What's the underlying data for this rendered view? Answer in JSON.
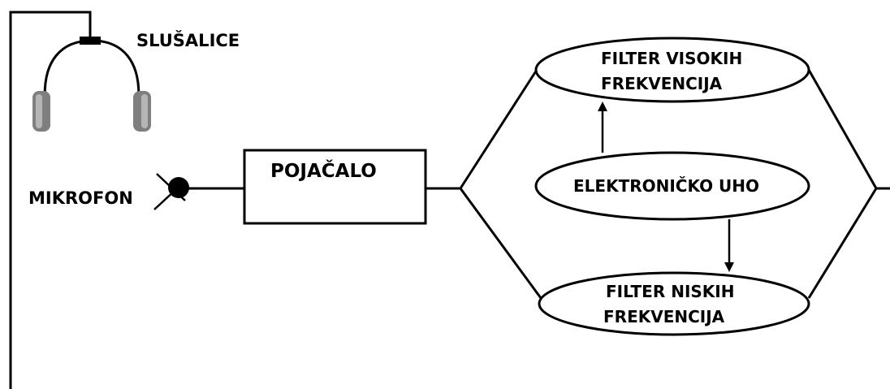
{
  "labels": {
    "headphones": "SLUŠALICE",
    "microphone": "MIKROFON",
    "amplifier": "POJAČALO",
    "high_filter_line1": "FILTER VISOKIH",
    "high_filter_line2": "FREKVENCIJA",
    "electronic_ear": "ELEKTRONIČKO UHO",
    "low_filter_line1": "FILTER NISKIH",
    "low_filter_line2": "FREKVENCIJA"
  },
  "colors": {
    "stroke": "#000000",
    "headphone_cup": "#8a8a8a",
    "background": "#ffffff"
  }
}
